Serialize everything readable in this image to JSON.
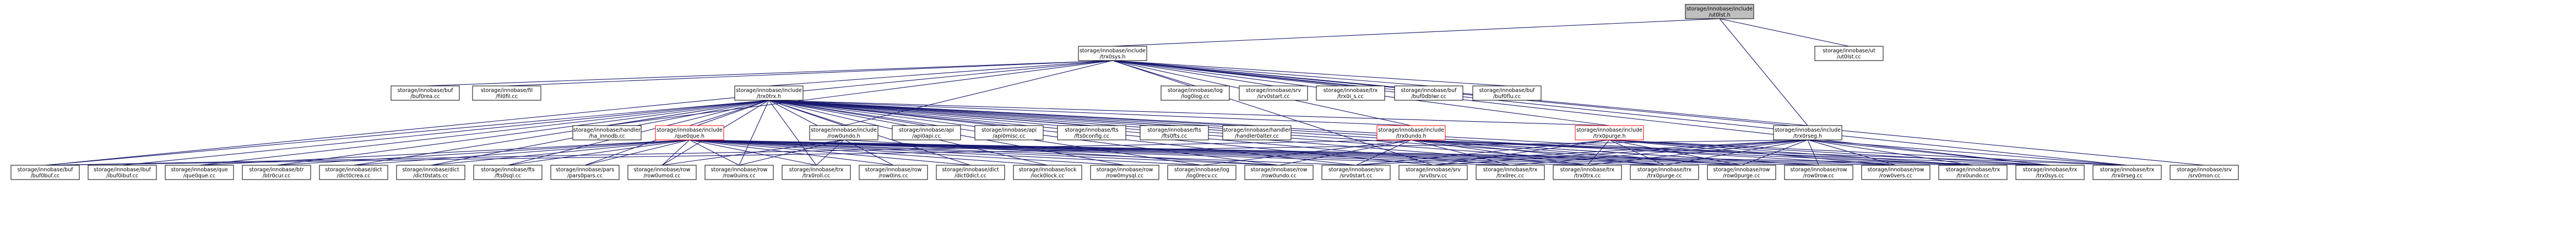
{
  "colors": {
    "edge": "#191970",
    "border": "#000000",
    "highlight_border": "#ff0000",
    "root_fill": "#bfbfbf"
  },
  "nodes": [
    {
      "id": "root",
      "lines": [
        "storage/innobase/include",
        "/ut0lst.h"
      ],
      "root": true
    },
    {
      "id": "trx0sys_h",
      "lines": [
        "storage/innobase/include",
        "/trx0sys.h"
      ]
    },
    {
      "id": "ut0lst_cc",
      "lines": [
        "storage/innobase/ut",
        "/ut0lst.cc"
      ]
    },
    {
      "id": "buf0rea",
      "lines": [
        "storage/innobase/buf",
        "/buf0rea.cc"
      ]
    },
    {
      "id": "fil0fil",
      "lines": [
        "storage/innobase/fil",
        "/fil0fil.cc"
      ]
    },
    {
      "id": "trx0trx_h",
      "lines": [
        "storage/innobase/include",
        "/trx0trx.h"
      ]
    },
    {
      "id": "log0log",
      "lines": [
        "storage/innobase/log",
        "/log0log.cc"
      ]
    },
    {
      "id": "srv0start_top",
      "lines": [
        "storage/innobase/srv",
        "/srv0start.cc"
      ]
    },
    {
      "id": "trx0i_s",
      "lines": [
        "storage/innobase/trx",
        "/trx0i_s.cc"
      ]
    },
    {
      "id": "buf0dblwr",
      "lines": [
        "storage/innobase/buf",
        "/buf0dblwr.cc"
      ]
    },
    {
      "id": "buf0flu",
      "lines": [
        "storage/innobase/buf",
        "/buf0flu.cc"
      ]
    },
    {
      "id": "ha_innodb",
      "lines": [
        "storage/innobase/handler",
        "/ha_innodb.cc"
      ]
    },
    {
      "id": "row0undo_h",
      "lines": [
        "storage/innobase/include",
        "/row0undo.h"
      ]
    },
    {
      "id": "row0purge_h",
      "lines": [
        "storage/innobase/include",
        "/row0purge.h"
      ]
    },
    {
      "id": "api0api",
      "lines": [
        "storage/innobase/api",
        "/api0api.cc"
      ]
    },
    {
      "id": "api0misc",
      "lines": [
        "storage/innobase/api",
        "/api0misc.cc"
      ]
    },
    {
      "id": "fts0config",
      "lines": [
        "storage/innobase/fts",
        "/fts0config.cc"
      ]
    },
    {
      "id": "fts0fts",
      "lines": [
        "storage/innobase/fts",
        "/fts0fts.cc"
      ]
    },
    {
      "id": "handler0alter",
      "lines": [
        "storage/innobase/handler",
        "/handler0alter.cc"
      ]
    },
    {
      "id": "trx0undo_h",
      "lines": [
        "storage/innobase/include",
        "/trx0undo.h"
      ],
      "red": true
    },
    {
      "id": "trx0purge_h",
      "lines": [
        "storage/innobase/include",
        "/trx0purge.h"
      ],
      "red": true
    },
    {
      "id": "trx0rseg_h",
      "lines": [
        "storage/innobase/include",
        "/trx0rseg.h"
      ]
    },
    {
      "id": "buf0buf",
      "lines": [
        "storage/innobase/buf",
        "/buf0buf.cc"
      ]
    },
    {
      "id": "ibuf0ibuf",
      "lines": [
        "storage/innobase/ibuf",
        "/ibuf0ibuf.cc"
      ]
    },
    {
      "id": "que0que",
      "lines": [
        "storage/innobase/que",
        "/que0que.cc"
      ]
    },
    {
      "id": "btr0cur",
      "lines": [
        "storage/innobase/btr",
        "/btr0cur.cc"
      ]
    },
    {
      "id": "dict0crea",
      "lines": [
        "storage/innobase/dict",
        "/dict0crea.cc"
      ]
    },
    {
      "id": "dict0stats",
      "lines": [
        "storage/innobase/dict",
        "/dict0stats.cc"
      ]
    },
    {
      "id": "fts0sql",
      "lines": [
        "storage/innobase/fts",
        "/fts0sql.cc"
      ]
    },
    {
      "id": "pars0pars",
      "lines": [
        "storage/innobase/pars",
        "/pars0pars.cc"
      ]
    },
    {
      "id": "row0umod",
      "lines": [
        "storage/innobase/row",
        "/row0umod.cc"
      ]
    },
    {
      "id": "row0uins",
      "lines": [
        "storage/innobase/row",
        "/row0uins.cc"
      ]
    },
    {
      "id": "trx0roll",
      "lines": [
        "storage/innobase/trx",
        "/trx0roll.cc"
      ]
    },
    {
      "id": "row0ins",
      "lines": [
        "storage/innobase/row",
        "/row0ins.cc"
      ]
    },
    {
      "id": "dict0dict",
      "lines": [
        "storage/innobase/dict",
        "/dict0dict.cc"
      ]
    },
    {
      "id": "lock0lock",
      "lines": [
        "storage/innobase/lock",
        "/lock0lock.cc"
      ]
    },
    {
      "id": "row0mysql",
      "lines": [
        "storage/innobase/row",
        "/row0mysql.cc"
      ]
    },
    {
      "id": "log0recv",
      "lines": [
        "storage/innobase/log",
        "/log0recv.cc"
      ]
    },
    {
      "id": "row0undo",
      "lines": [
        "storage/innobase/row",
        "/row0undo.cc"
      ]
    },
    {
      "id": "srv0start",
      "lines": [
        "storage/innobase/srv",
        "/srv0start.cc"
      ]
    },
    {
      "id": "srv0srv",
      "lines": [
        "storage/innobase/srv",
        "/srv0srv.cc"
      ]
    },
    {
      "id": "trx0rec",
      "lines": [
        "storage/innobase/trx",
        "/trx0rec.cc"
      ]
    },
    {
      "id": "trx0trx",
      "lines": [
        "storage/innobase/trx",
        "/trx0trx.cc"
      ]
    },
    {
      "id": "trx0purge",
      "lines": [
        "storage/innobase/trx",
        "/trx0purge.cc"
      ]
    },
    {
      "id": "row0purge",
      "lines": [
        "storage/innobase/row",
        "/row0purge.cc"
      ]
    },
    {
      "id": "row0row",
      "lines": [
        "storage/innobase/row",
        "/row0row.cc"
      ]
    },
    {
      "id": "row0vers",
      "lines": [
        "storage/innobase/row",
        "/row0vers.cc"
      ]
    },
    {
      "id": "trx0undo",
      "lines": [
        "storage/innobase/trx",
        "/trx0undo.cc"
      ]
    },
    {
      "id": "trx0sys_cc",
      "lines": [
        "storage/innobase/trx",
        "/trx0sys.cc"
      ]
    },
    {
      "id": "trx0rseg",
      "lines": [
        "storage/innobase/trx",
        "/trx0rseg.cc"
      ]
    },
    {
      "id": "srv0mon",
      "lines": [
        "storage/innobase/srv",
        "/srv0mon.cc"
      ]
    }
  ],
  "edges": [
    [
      "root",
      "trx0sys_h"
    ],
    [
      "root",
      "ut0lst_cc"
    ],
    [
      "root",
      "trx0rseg_h"
    ],
    [
      "trx0sys_h",
      "buf0rea"
    ],
    [
      "trx0sys_h",
      "fil0fil"
    ],
    [
      "trx0sys_h",
      "trx0trx_h"
    ],
    [
      "trx0sys_h",
      "log0log"
    ],
    [
      "trx0sys_h",
      "srv0start_top"
    ],
    [
      "trx0sys_h",
      "trx0i_s"
    ],
    [
      "trx0sys_h",
      "buf0dblwr"
    ],
    [
      "trx0sys_h",
      "buf0flu"
    ],
    [
      "trx0sys_h",
      "ha_innodb"
    ],
    [
      "trx0sys_h",
      "row0undo_h"
    ],
    [
      "trx0sys_h",
      "trx0undo_h"
    ],
    [
      "trx0sys_h",
      "trx0purge_h"
    ],
    [
      "trx0sys_h",
      "trx0rseg_h"
    ],
    [
      "trx0sys_h",
      "buf0buf"
    ],
    [
      "trx0sys_h",
      "srv0srv"
    ],
    [
      "trx0sys_h",
      "srv0mon"
    ],
    [
      "trx0sys_h",
      "trx0sys_cc"
    ],
    [
      "trx0sys_h",
      "trx0rseg"
    ],
    [
      "trx0trx_h",
      "ha_innodb"
    ],
    [
      "trx0trx_h",
      "row0undo_h"
    ],
    [
      "trx0trx_h",
      "ibuf0ibuf"
    ],
    [
      "trx0trx_h",
      "que0que_h"
    ],
    [
      "trx0trx_h",
      "api0api"
    ],
    [
      "trx0trx_h",
      "api0misc"
    ],
    [
      "trx0trx_h",
      "fts0config"
    ],
    [
      "trx0trx_h",
      "fts0fts"
    ],
    [
      "trx0trx_h",
      "handler0alter"
    ],
    [
      "trx0trx_h",
      "trx0undo_h"
    ],
    [
      "trx0trx_h",
      "trx0purge_h"
    ],
    [
      "trx0trx_h",
      "buf0buf"
    ],
    [
      "trx0trx_h",
      "que0que"
    ],
    [
      "trx0trx_h",
      "btr0cur"
    ],
    [
      "trx0trx_h",
      "dict0crea"
    ],
    [
      "trx0trx_h",
      "dict0stats"
    ],
    [
      "trx0trx_h",
      "fts0sql"
    ],
    [
      "trx0trx_h",
      "pars0pars"
    ],
    [
      "trx0trx_h",
      "row0umod"
    ],
    [
      "trx0trx_h",
      "row0uins"
    ],
    [
      "trx0trx_h",
      "trx0roll"
    ],
    [
      "trx0trx_h",
      "row0ins"
    ],
    [
      "trx0trx_h",
      "dict0dict"
    ],
    [
      "trx0trx_h",
      "lock0lock"
    ],
    [
      "trx0trx_h",
      "row0mysql"
    ],
    [
      "trx0trx_h",
      "log0recv"
    ],
    [
      "trx0trx_h",
      "row0undo"
    ],
    [
      "trx0trx_h",
      "srv0start"
    ],
    [
      "trx0trx_h",
      "srv0srv"
    ],
    [
      "trx0trx_h",
      "trx0rec"
    ],
    [
      "trx0trx_h",
      "trx0trx"
    ],
    [
      "trx0trx_h",
      "trx0purge"
    ],
    [
      "trx0trx_h",
      "row0purge"
    ],
    [
      "trx0trx_h",
      "row0row"
    ],
    [
      "trx0trx_h",
      "row0vers"
    ],
    [
      "trx0trx_h",
      "trx0undo"
    ],
    [
      "row0undo_h",
      "row0umod"
    ],
    [
      "row0undo_h",
      "row0uins"
    ],
    [
      "row0undo_h",
      "trx0roll"
    ],
    [
      "row0undo_h",
      "row0undo"
    ],
    [
      "que0que_h",
      "que0que"
    ],
    [
      "que0que_h",
      "btr0cur"
    ],
    [
      "que0que_h",
      "dict0crea"
    ],
    [
      "que0que_h",
      "dict0stats"
    ],
    [
      "que0que_h",
      "fts0sql"
    ],
    [
      "que0que_h",
      "pars0pars"
    ],
    [
      "que0que_h",
      "row0umod"
    ],
    [
      "que0que_h",
      "row0uins"
    ],
    [
      "que0que_h",
      "trx0roll"
    ],
    [
      "que0que_h",
      "row0ins"
    ],
    [
      "que0que_h",
      "dict0dict"
    ],
    [
      "que0que_h",
      "lock0lock"
    ],
    [
      "que0que_h",
      "row0mysql"
    ],
    [
      "que0que_h",
      "log0recv"
    ],
    [
      "que0que_h",
      "row0undo"
    ],
    [
      "que0que_h",
      "srv0start"
    ],
    [
      "que0que_h",
      "trx0rec"
    ],
    [
      "que0que_h",
      "trx0trx"
    ],
    [
      "que0que_h",
      "trx0purge"
    ],
    [
      "que0que_h",
      "row0purge"
    ],
    [
      "que0que_h",
      "row0row"
    ],
    [
      "que0que_h",
      "row0vers"
    ],
    [
      "que0que_h",
      "trx0undo"
    ],
    [
      "que0que_h",
      "trx0sys_cc"
    ],
    [
      "trx0undo_h",
      "buf0buf"
    ],
    [
      "trx0undo_h",
      "log0recv"
    ],
    [
      "trx0undo_h",
      "row0undo"
    ],
    [
      "trx0undo_h",
      "srv0start"
    ],
    [
      "trx0undo_h",
      "trx0rec"
    ],
    [
      "trx0undo_h",
      "trx0trx"
    ],
    [
      "trx0undo_h",
      "trx0purge"
    ],
    [
      "trx0undo_h",
      "row0purge"
    ],
    [
      "trx0undo_h",
      "row0row"
    ],
    [
      "trx0undo_h",
      "trx0undo"
    ],
    [
      "trx0undo_h",
      "trx0sys_cc"
    ],
    [
      "trx0undo_h",
      "trx0rseg"
    ],
    [
      "trx0purge_h",
      "srv0start"
    ],
    [
      "trx0purge_h",
      "srv0srv"
    ],
    [
      "trx0purge_h",
      "trx0trx"
    ],
    [
      "trx0purge_h",
      "trx0purge"
    ],
    [
      "trx0purge_h",
      "row0purge"
    ],
    [
      "trx0purge_h",
      "row0vers"
    ],
    [
      "trx0purge_h",
      "trx0undo"
    ],
    [
      "trx0purge_h",
      "trx0sys_cc"
    ],
    [
      "trx0purge_h",
      "trx0rseg"
    ],
    [
      "trx0rseg_h",
      "buf0buf"
    ],
    [
      "trx0rseg_h",
      "srv0start"
    ],
    [
      "trx0rseg_h",
      "srv0srv"
    ],
    [
      "trx0rseg_h",
      "trx0rec"
    ],
    [
      "trx0rseg_h",
      "trx0trx"
    ],
    [
      "trx0rseg_h",
      "trx0purge"
    ],
    [
      "trx0rseg_h",
      "row0purge"
    ],
    [
      "trx0rseg_h",
      "row0row"
    ],
    [
      "trx0rseg_h",
      "row0vers"
    ],
    [
      "trx0rseg_h",
      "trx0undo"
    ],
    [
      "trx0rseg_h",
      "trx0sys_cc"
    ],
    [
      "trx0rseg_h",
      "trx0rseg"
    ]
  ]
}
